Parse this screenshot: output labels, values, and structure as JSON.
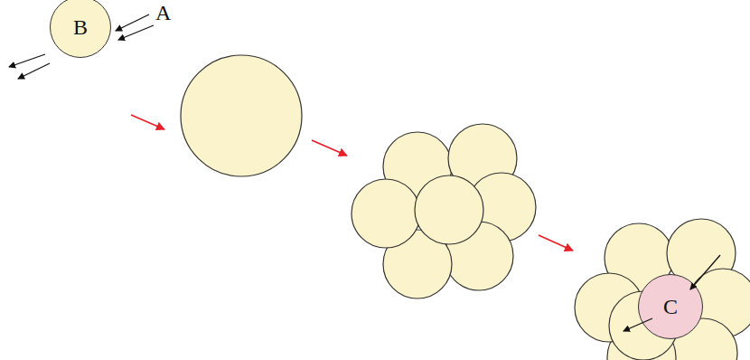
{
  "diagram": {
    "nodes": [
      {
        "text": [
          "B"
        ]
      },
      {
        "text": [
          "C"
        ]
      }
    ],
    "labels": [
      "A"
    ]
  }
}
